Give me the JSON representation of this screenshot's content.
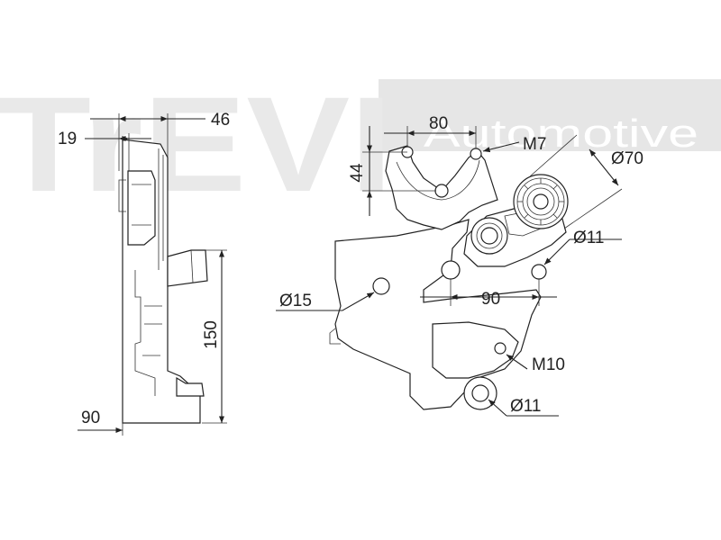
{
  "watermark": {
    "brand": "TrEVI",
    "tagline": "Automotive",
    "band_color": "#e6e6e6"
  },
  "dimensions": {
    "side_top_width": "46",
    "side_offset": "19",
    "side_height": "150",
    "side_base_width": "90",
    "bolt_spacing_top": "80",
    "top_height": "44",
    "thread_top": "M7",
    "pulley_diameter": "Ø70",
    "hole_right": "Ø11",
    "hole_left": "Ø15",
    "bolt_spacing_mid": "90",
    "thread_lower": "M10",
    "hole_lower": "Ø11"
  }
}
